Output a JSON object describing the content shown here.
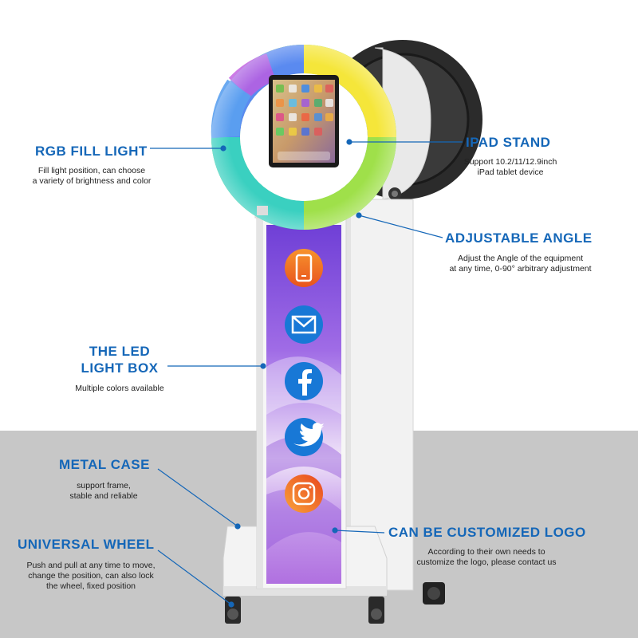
{
  "callouts": {
    "rgb_fill_light": {
      "title": "RGB FILL LIGHT",
      "desc": [
        "Fill light position, can choose",
        "a variety of brightness and color"
      ]
    },
    "ipad_stand": {
      "title": "IPAD STAND",
      "desc": [
        "Support 10.2/11/12.9inch",
        "iPad tablet device"
      ]
    },
    "adjustable_angle": {
      "title": "ADJUSTABLE ANGLE",
      "desc": [
        "Adjust the Angle of the equipment",
        "at any time, 0-90° arbitrary adjustment"
      ]
    },
    "led_light_box": {
      "title": [
        "THE LED",
        "LIGHT BOX"
      ],
      "desc": [
        "Multiple colors available"
      ]
    },
    "metal_case": {
      "title": "METAL CASE",
      "desc": [
        "support frame,",
        "stable and reliable"
      ]
    },
    "customized_logo": {
      "title": "CAN BE CUSTOMIZED LOGO",
      "desc": [
        "According to their own needs to",
        "customize the logo, please contact us"
      ]
    },
    "universal_wheel": {
      "title": "UNIVERSAL WHEEL",
      "desc": [
        "Push and pull at any time to move,",
        "change the position, can also lock",
        "the wheel, fixed position"
      ]
    }
  },
  "light_box_icons": [
    "phone-icon",
    "email-icon",
    "facebook-icon",
    "twitter-icon",
    "instagram-icon"
  ],
  "colors": {
    "title_blue": "#1567b8",
    "floor_gray": "#c7c7c7",
    "stand_white": "#f4f4f4",
    "light_box_top": "#7a45d8",
    "light_box_bottom": "#e4c8f0",
    "icon_orange": "#f26a21",
    "icon_blue": "#1878d6"
  }
}
